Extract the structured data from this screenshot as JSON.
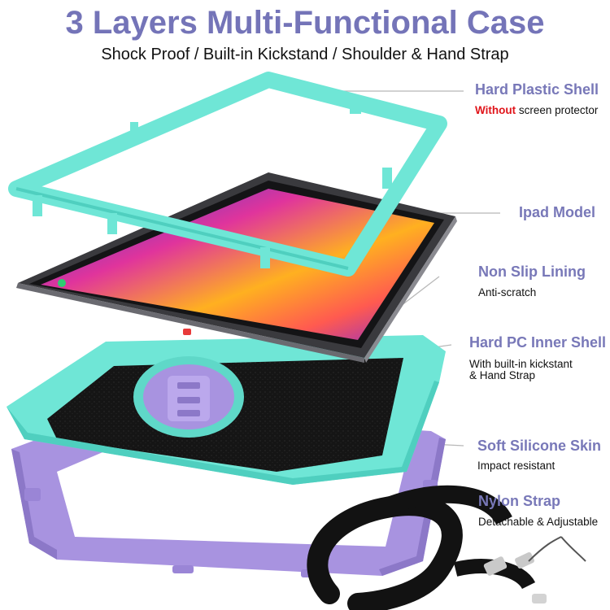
{
  "header": {
    "title": "3 Layers Multi-Functional Case",
    "subtitle": "Shock Proof / Built-in Kickstand / Shoulder & Hand Strap"
  },
  "features": [
    {
      "title": "Hard Plastic Shell",
      "highlight": "Without",
      "desc": "screen protector"
    },
    {
      "title": "Ipad Model"
    },
    {
      "title": "Non Slip Lining",
      "desc": "Anti-scratch"
    },
    {
      "title": "Hard PC Inner Shell",
      "desc_line1": "With built-in kickstant",
      "desc_line2": "& Hand Strap"
    },
    {
      "title": "Soft Silicone Skin",
      "desc": "Impact resistant"
    },
    {
      "title": "Nylon Strap",
      "desc": "Detachable & Adjustable"
    }
  ],
  "colors": {
    "title": "#7474b8",
    "label": "#7878b8",
    "highlight": "#e0141a",
    "aqua": "#6fe6d6",
    "lavender": "#a893e0",
    "lining": "#111111",
    "strap": "#121212"
  },
  "icons": [
    "tablet-screen-wallpaper",
    "rotating-kickstand",
    "strap-metal-clip"
  ]
}
